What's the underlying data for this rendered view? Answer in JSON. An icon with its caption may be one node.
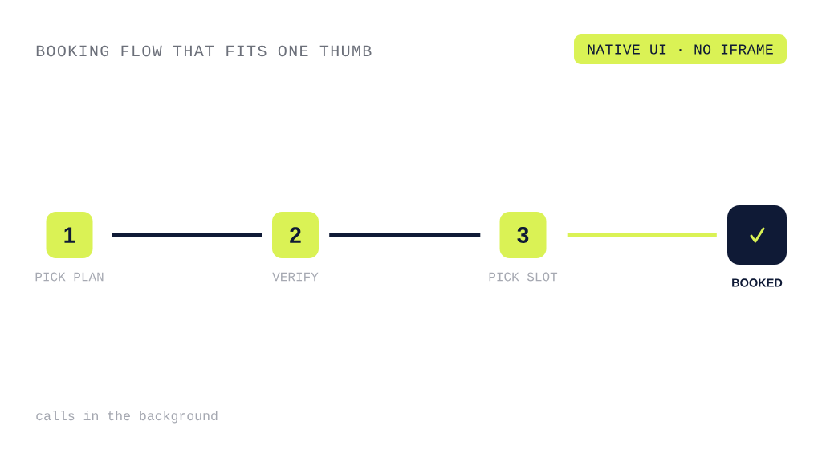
{
  "diagram": {
    "title": "BOOKING FLOW THAT FITS ONE THUMB",
    "nodes": [
      {
        "text": [
          "NATIVE UI · NO IFRAME"
        ]
      },
      {
        "text": [
          "1"
        ],
        "beside": [
          "PICK PLAN"
        ]
      },
      {
        "text": [
          "2"
        ],
        "beside": [
          "VERIFY"
        ]
      },
      {
        "text": [
          "3"
        ],
        "beside": [
          "PICK SLOT"
        ]
      },
      {
        "text": [],
        "shape": "box",
        "beside": [
          "BOOKED"
        ]
      }
    ],
    "edges": [
      {
        "from": 1,
        "to": 2,
        "arrow": "none"
      },
      {
        "from": 2,
        "to": 3,
        "arrow": "none"
      },
      {
        "from": 3,
        "to": 4,
        "arrow": "none",
        "color": "#daf255"
      }
    ],
    "labels": [
      "calls in the background"
    ]
  }
}
